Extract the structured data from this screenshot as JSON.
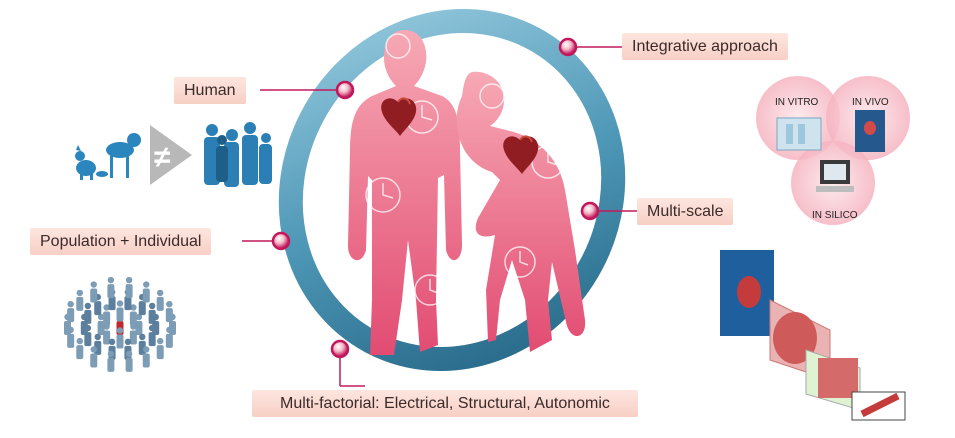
{
  "labels": {
    "integrative": "Integrative approach",
    "human": "Human",
    "multiscale": "Multi-scale",
    "population": "Population + Individual",
    "multifactorial": "Multi-factorial: Electrical, Structural, Autonomic"
  },
  "venn": {
    "in_vitro": "IN VITRO",
    "in_vivo": "IN VIVO",
    "in_silico": "IN SILICO"
  },
  "symbols": {
    "not_equal": "≠"
  },
  "colors": {
    "label_bg": "#f9d6cc",
    "marker": "#c2185b",
    "ring_blue": "#3f87a6",
    "figure_pink": "#ec6a86",
    "venn_pink": "#f7b9c4",
    "silhouette_blue": "#2b7fb5"
  },
  "icons": [
    "animals-icon",
    "not-equal-icon",
    "people-group-icon",
    "crowd-icon",
    "monitor-icon",
    "lab-tubes-icon",
    "torso-icon",
    "heart-icon",
    "clock-icon"
  ]
}
